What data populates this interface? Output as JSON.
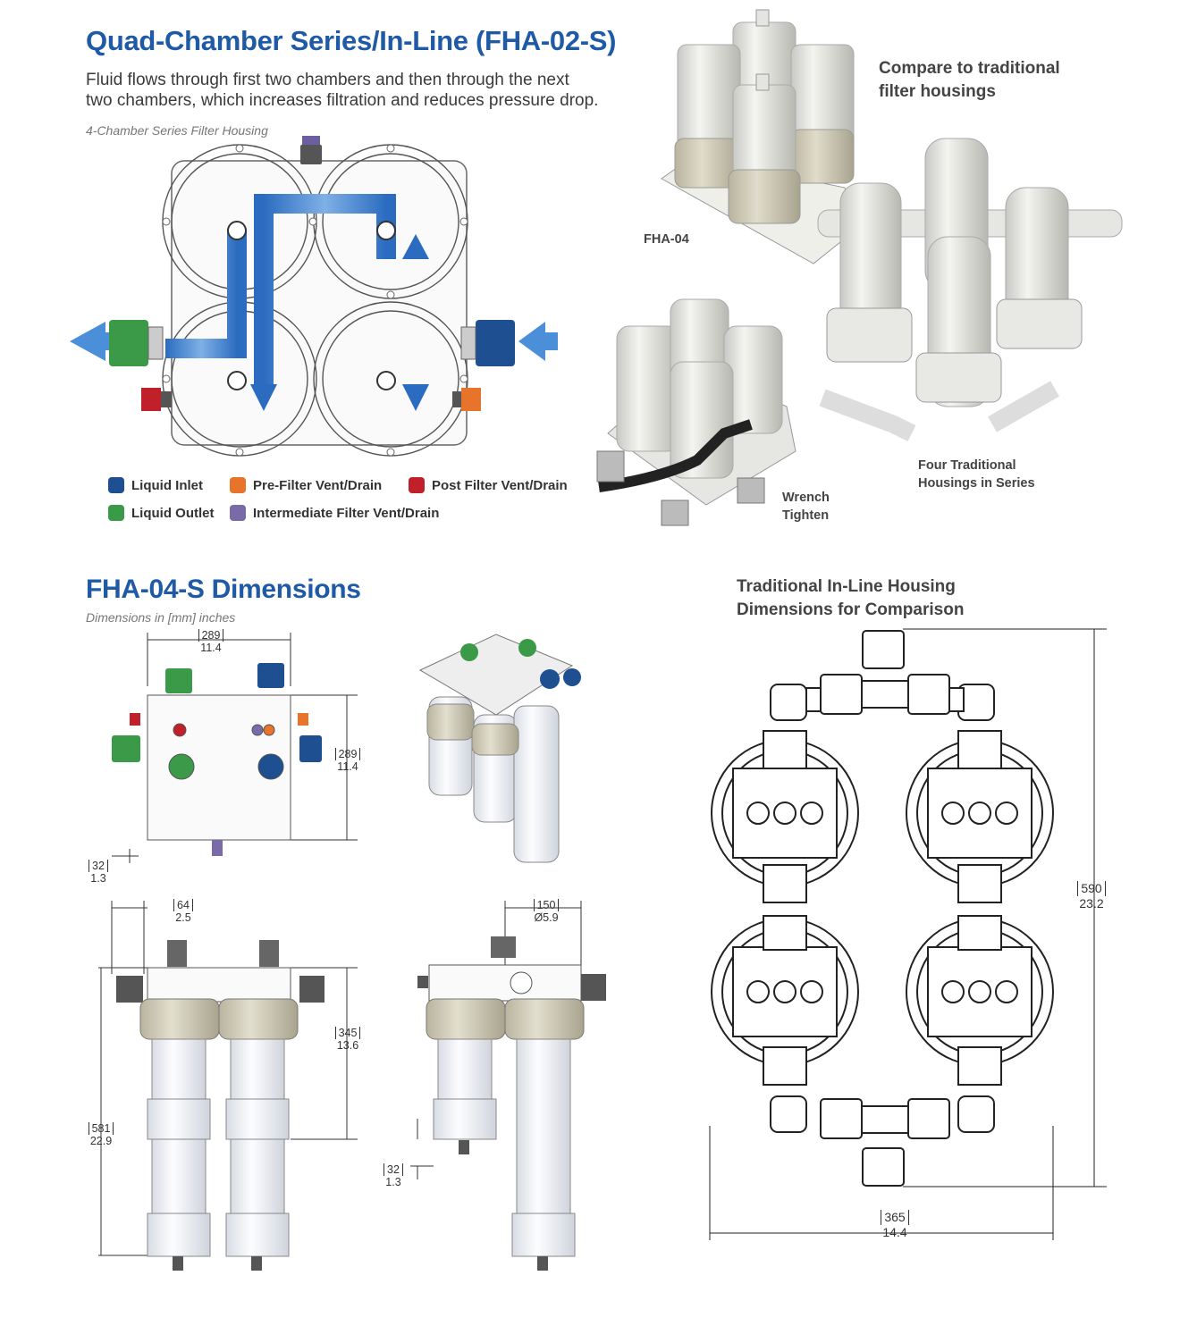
{
  "top": {
    "title": "Quad-Chamber Series/In-Line (FHA-02-S)",
    "description_line1": "Fluid flows through first two chambers and then through the next",
    "description_line2": "two chambers, which increases filtration and reduces pressure drop.",
    "diagram_caption": "4-Chamber Series Filter Housing",
    "compare_line1": "Compare to traditional",
    "compare_line2": "filter housings",
    "fha04_label": "FHA-04",
    "wrench_line1": "Wrench",
    "wrench_line2": "Tighten",
    "four_line1": "Four Traditional",
    "four_line2": "Housings in Series"
  },
  "legend": [
    {
      "label": "Liquid Inlet",
      "color": "#1d4f91"
    },
    {
      "label": "Pre-Filter Vent/Drain",
      "color": "#e8732a"
    },
    {
      "label": "Post Filter Vent/Drain",
      "color": "#c0202a"
    },
    {
      "label": "Liquid Outlet",
      "color": "#3a9a48"
    },
    {
      "label": "Intermediate Filter Vent/Drain",
      "color": "#7b6aa8"
    }
  ],
  "dimensions": {
    "title": "FHA-04-S Dimensions",
    "caption": "Dimensions in [mm] inches",
    "comparison_line1": "Traditional In-Line Housing",
    "comparison_line2": "Dimensions for Comparison",
    "d_top_width": {
      "mm": "289",
      "in": "11.4"
    },
    "d_top_height": {
      "mm": "289",
      "in": "11.4"
    },
    "d_top_offset": {
      "mm": "32",
      "in": "1.3"
    },
    "d_side_port": {
      "mm": "64",
      "in": "2.5"
    },
    "d_side_head": {
      "mm": "345",
      "in": "13.6"
    },
    "d_side_total": {
      "mm": "581",
      "in": "22.9"
    },
    "d_diameter": {
      "mm": "150",
      "in": "Ø5.9"
    },
    "d_drain": {
      "mm": "32",
      "in": "1.3"
    },
    "d_trad_height": {
      "mm": "590",
      "in": "23.2"
    },
    "d_trad_width": {
      "mm": "365",
      "in": "14.4"
    }
  }
}
